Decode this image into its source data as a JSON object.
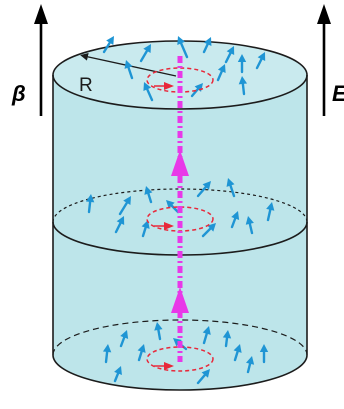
{
  "labels": {
    "left_axis": "β",
    "right_axis": "E",
    "radius": "R"
  },
  "colors": {
    "cylinder_fill": "#bde5ea",
    "cylinder_top": "#c9eaee",
    "outline": "#1c1c1c",
    "vector_arrows": "#1f95d4",
    "core_line": "#e838e8",
    "loop": "#e8283a"
  },
  "icons": {
    "axis_arrow": "long-up-arrow",
    "vector_arrow": "small-blue-arrow",
    "core_arrow": "magenta-up-arrowhead",
    "loop_arrow": "red-right-arrowhead"
  }
}
